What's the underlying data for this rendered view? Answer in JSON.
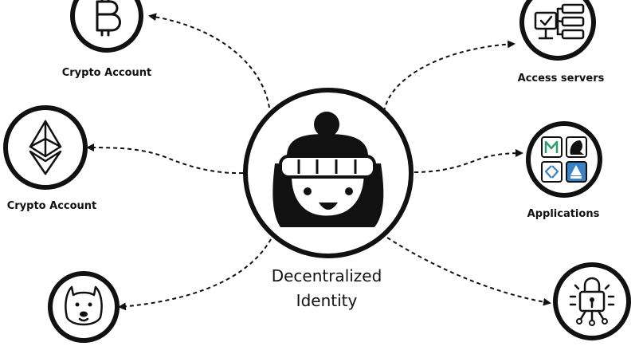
{
  "center": {
    "title_line1": "Decentralized",
    "title_line2": "Identity",
    "icon": "beanie-avatar-icon"
  },
  "left_nodes": [
    {
      "label": "Crypto Account",
      "icon": "bitcoin-icon"
    },
    {
      "label": "Crypto Account",
      "icon": "ethereum-icon"
    },
    {
      "label": "",
      "icon": "dogecoin-icon"
    }
  ],
  "right_nodes": [
    {
      "label": "Access servers",
      "icon": "servers-icon"
    },
    {
      "label": "Applications",
      "icon": "applications-icon"
    },
    {
      "label": "",
      "icon": "secure-lock-icon"
    }
  ],
  "colors": {
    "ink": "#111111",
    "background": "#ffffff",
    "app_blue": "#3b82c4",
    "app_green": "#2e9e6e"
  }
}
